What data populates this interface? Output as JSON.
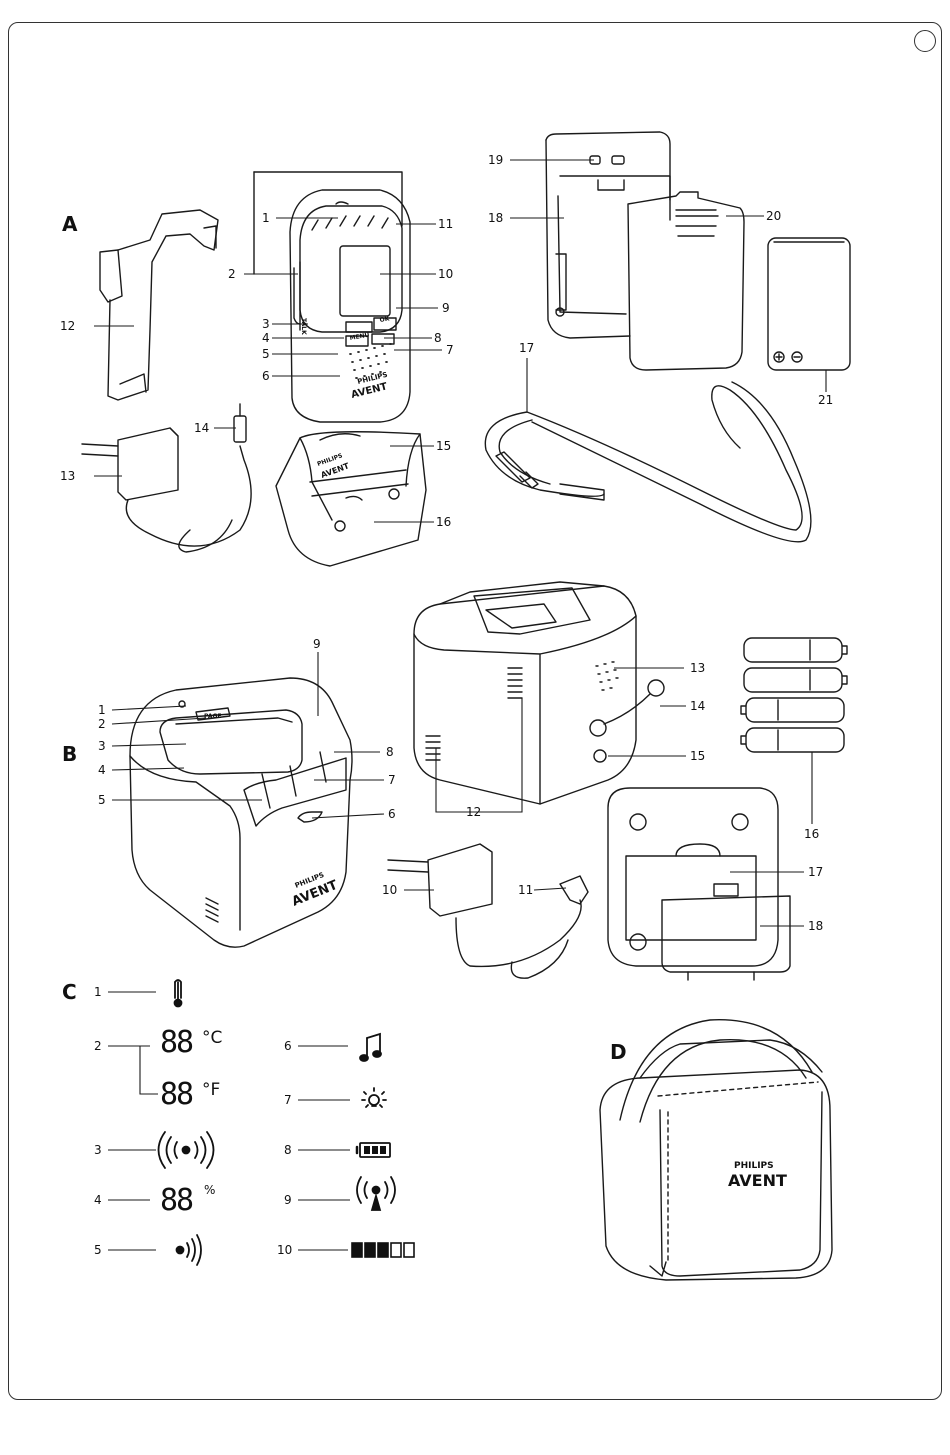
{
  "sections": {
    "a": "A",
    "b": "B",
    "c": "C",
    "d": "D"
  },
  "brand": {
    "line1": "PHILIPS",
    "line2": "AVENT"
  },
  "device_buttons": {
    "talk": "TALK",
    "menu": "MENU",
    "ok": "OK",
    "page": "PAGE"
  },
  "callouts_a": [
    "1",
    "2",
    "3",
    "4",
    "5",
    "6",
    "7",
    "8",
    "9",
    "10",
    "11",
    "12",
    "13",
    "14",
    "15",
    "16",
    "17",
    "18",
    "19",
    "20",
    "21"
  ],
  "callouts_b": [
    "1",
    "2",
    "3",
    "4",
    "5",
    "6",
    "7",
    "8",
    "9",
    "10",
    "11",
    "12",
    "13",
    "14",
    "15",
    "16",
    "17",
    "18"
  ],
  "legend_c": {
    "items": [
      {
        "num": "1",
        "icon": "thermometer-icon"
      },
      {
        "num": "2",
        "icon": "temperature-readout",
        "digits": "88",
        "unit_c": "°C",
        "unit_f": "°F"
      },
      {
        "num": "3",
        "icon": "transmitting-icon"
      },
      {
        "num": "4",
        "icon": "humidity-readout",
        "digits": "88",
        "unit": "%"
      },
      {
        "num": "5",
        "icon": "sound-level-icon"
      },
      {
        "num": "6",
        "icon": "lullaby-icon"
      },
      {
        "num": "7",
        "icon": "night-light-icon"
      },
      {
        "num": "8",
        "icon": "battery-icon"
      },
      {
        "num": "9",
        "icon": "signal-antenna-icon"
      },
      {
        "num": "10",
        "icon": "sound-level-bar-icon",
        "level": 0.6
      }
    ]
  },
  "colors": {
    "line": "#1a1a1a",
    "frame": "#333333"
  }
}
